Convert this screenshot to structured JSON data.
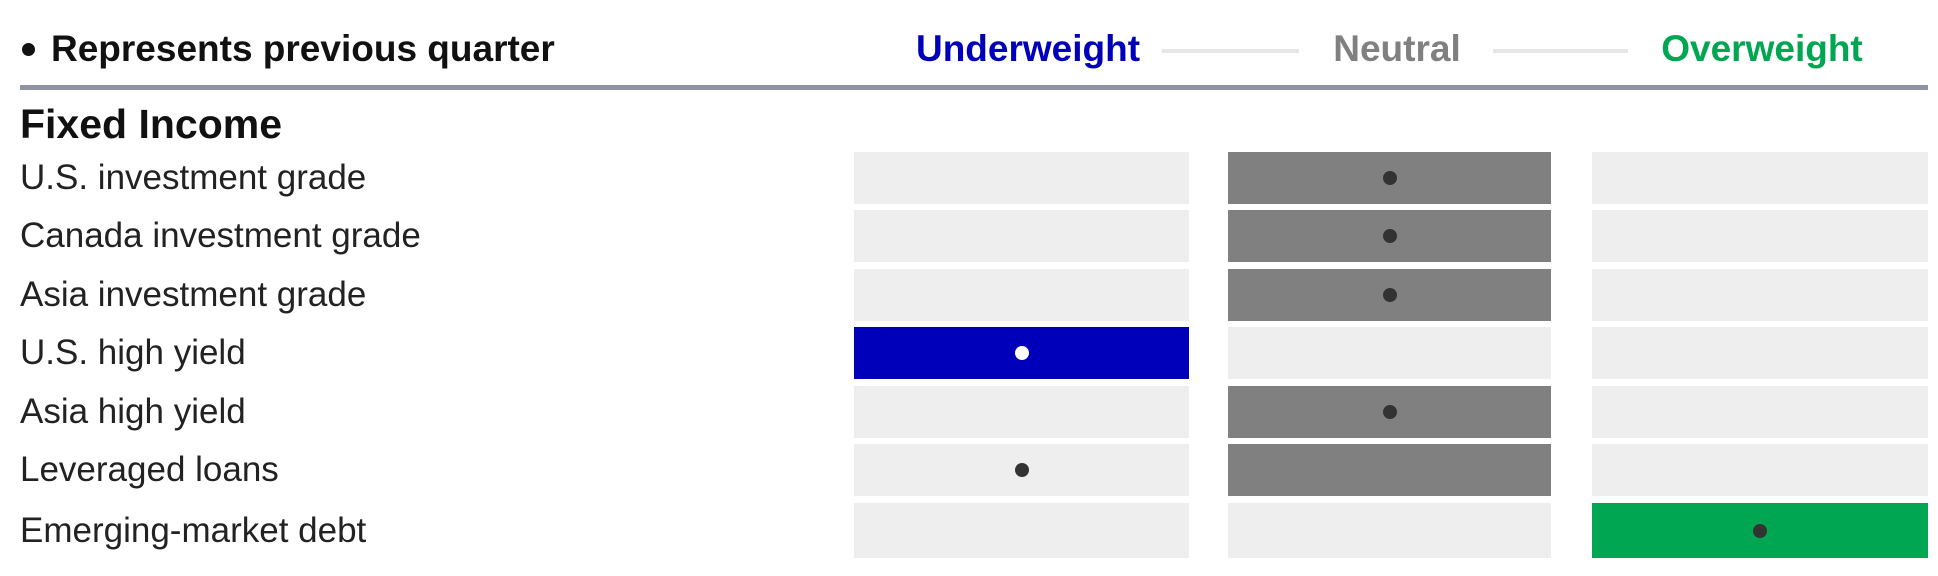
{
  "legend": {
    "marker_icon": "bullet-dot-icon",
    "note": "Represents previous quarter"
  },
  "scale_labels": [
    "Underweight",
    "Neutral",
    "Overweight"
  ],
  "colors": {
    "underweight": "#0000bb",
    "neutral": "#808080",
    "overweight": "#00a651",
    "empty": "#eeeeee",
    "header_rule": "#8f93a3",
    "connector": "#e6e6e6",
    "dot_dark": "#333333",
    "dot_light": "#ffffff"
  },
  "chart_data": {
    "type": "table",
    "section": "Fixed Income",
    "columns": [
      "Underweight",
      "Neutral",
      "Overweight"
    ],
    "rows": [
      {
        "label": "U.S. investment grade",
        "current": "Neutral",
        "previous": "Neutral"
      },
      {
        "label": "Canada investment grade",
        "current": "Neutral",
        "previous": "Neutral"
      },
      {
        "label": "Asia investment grade",
        "current": "Neutral",
        "previous": "Neutral"
      },
      {
        "label": "U.S. high yield",
        "current": "Underweight",
        "previous": "Underweight"
      },
      {
        "label": "Asia high yield",
        "current": "Neutral",
        "previous": "Neutral"
      },
      {
        "label": "Leveraged loans",
        "current": "Neutral",
        "previous": "Underweight"
      },
      {
        "label": "Emerging-market debt",
        "current": "Overweight",
        "previous": "Overweight"
      }
    ]
  }
}
